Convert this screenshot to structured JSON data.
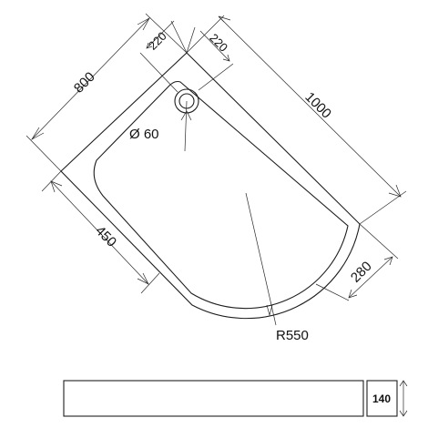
{
  "dimensions": {
    "width_800": "800",
    "length_1000": "1000",
    "edge_450": "450",
    "edge_280": "280",
    "offset_220_left": "220",
    "offset_220_right": "220",
    "drain_diameter": "Ø 60",
    "radius": "R550",
    "height_140": "140"
  },
  "colors": {
    "line": "#1e1e1e",
    "background": "#ffffff"
  }
}
